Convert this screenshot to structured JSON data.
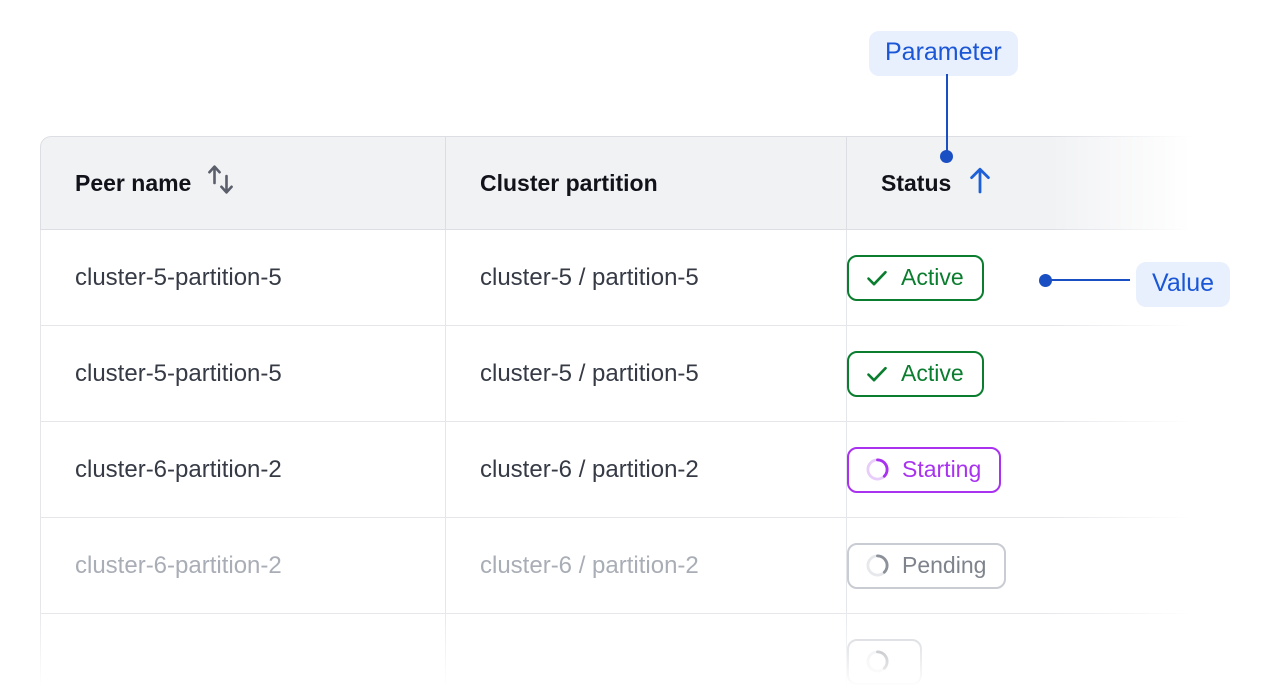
{
  "table": {
    "columns": [
      {
        "label": "Peer name",
        "sort_icon": "sort-updown-icon",
        "sort_state": "unsorted"
      },
      {
        "label": "Cluster partition",
        "sort_icon": "",
        "sort_state": "none"
      },
      {
        "label": "Status",
        "sort_icon": "sort-ascending-icon",
        "sort_state": "ascending"
      }
    ],
    "rows": [
      {
        "peer_name": "cluster-5-partition-5",
        "cluster_partition": "cluster-5 / partition-5",
        "status": "Active",
        "status_kind": "active",
        "status_icon": "check-icon",
        "faded": false
      },
      {
        "peer_name": "cluster-5-partition-5",
        "cluster_partition": "cluster-5 / partition-5",
        "status": "Active",
        "status_kind": "active",
        "status_icon": "check-icon",
        "faded": false
      },
      {
        "peer_name": "cluster-6-partition-2",
        "cluster_partition": "cluster-6 / partition-2",
        "status": "Starting",
        "status_kind": "starting",
        "status_icon": "spinner-icon",
        "faded": false
      },
      {
        "peer_name": "cluster-6-partition-2",
        "cluster_partition": "cluster-6 / partition-2",
        "status": "Pending",
        "status_kind": "pending",
        "status_icon": "spinner-icon",
        "faded": true
      },
      {
        "peer_name": "",
        "cluster_partition": "",
        "status": "",
        "status_kind": "pending",
        "status_icon": "spinner-icon",
        "faded": true
      }
    ]
  },
  "annotations": {
    "parameter_label": "Parameter",
    "value_label": "Value"
  },
  "colors": {
    "annotation_blue": "#1A4FC4",
    "annotation_pill_bg": "#E8F0FE",
    "annotation_pill_text": "#1A56D6",
    "status_active": "#0A7D2E",
    "status_starting": "#A832F0",
    "status_pending": "#7E838C",
    "header_bg": "#F1F2F4",
    "border": "#DCDEE3",
    "cell_text": "#353A45",
    "cell_text_faded": "#A9ADB5"
  }
}
